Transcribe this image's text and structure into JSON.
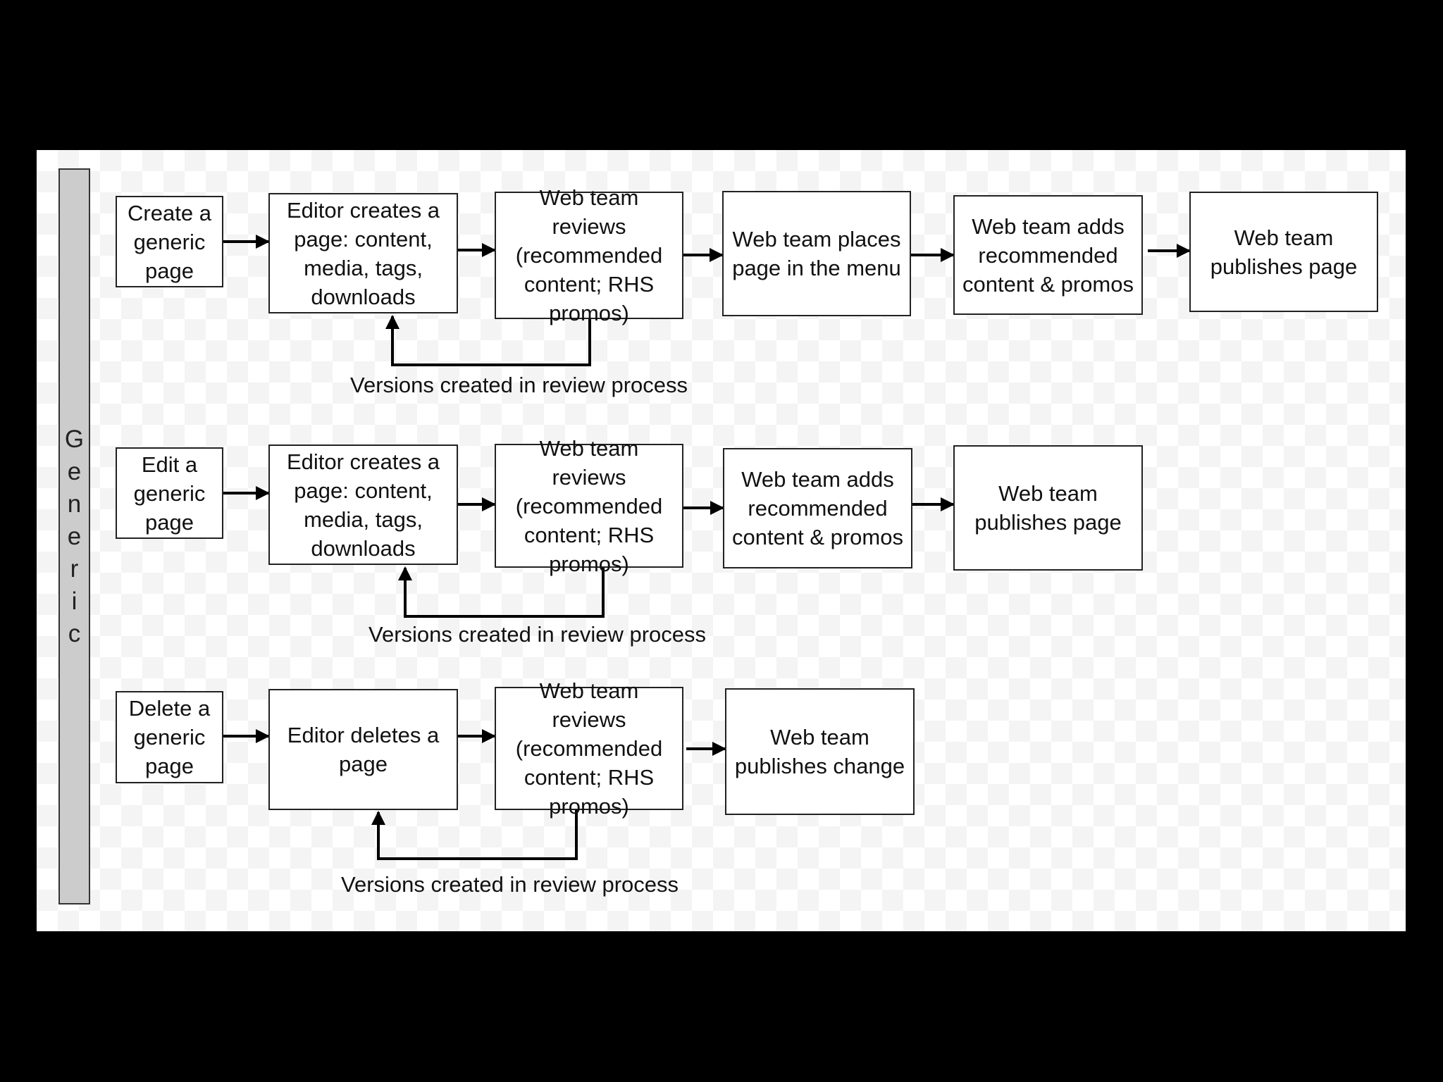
{
  "lane": {
    "label": "Generic"
  },
  "rows": [
    {
      "steps": [
        "Create a generic page",
        "Editor creates a page: content, media, tags, downloads",
        "Web team reviews (recommended content; RHS promos)",
        "Web team places page in the menu",
        "Web team adds recommended content & promos",
        "Web team publishes page"
      ],
      "loop_label": "Versions created in review process"
    },
    {
      "steps": [
        "Edit a generic page",
        "Editor creates a page: content, media, tags, downloads",
        "Web team reviews (recommended content; RHS promos)",
        "Web team adds recommended content & promos",
        "Web team publishes page"
      ],
      "loop_label": "Versions created in review process"
    },
    {
      "steps": [
        "Delete a generic page",
        "Editor deletes a page",
        "Web team reviews (recommended content; RHS promos)",
        "Web team publishes change"
      ],
      "loop_label": "Versions created in review process"
    }
  ],
  "colors": {
    "background": "#000000",
    "box_border": "#222222",
    "lane_fill": "#cccccc"
  }
}
